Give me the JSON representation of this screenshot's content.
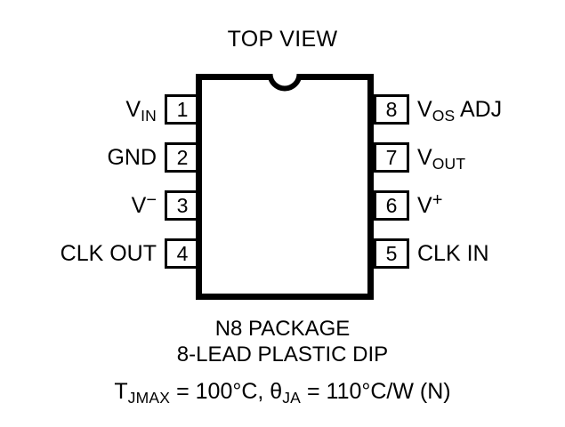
{
  "diagram": {
    "title": "TOP VIEW",
    "colors": {
      "outline": "#000000",
      "background": "#ffffff"
    },
    "package_body": {
      "notch_icon": "package-notch-semicircle"
    },
    "pins_left": [
      {
        "number": "1",
        "label_html": "V<sub>IN</sub>",
        "label_text": "VIN"
      },
      {
        "number": "2",
        "label_html": "GND",
        "label_text": "GND"
      },
      {
        "number": "3",
        "label_html": "V<sup>−</sup>",
        "label_text": "V-"
      },
      {
        "number": "4",
        "label_html": "CLK OUT",
        "label_text": "CLK OUT"
      }
    ],
    "pins_right": [
      {
        "number": "8",
        "label_html": "V<sub>OS</sub> ADJ",
        "label_text": "VOS ADJ"
      },
      {
        "number": "7",
        "label_html": "V<sub>OUT</sub>",
        "label_text": "VOUT"
      },
      {
        "number": "6",
        "label_html": "V<sup>+</sup>",
        "label_text": "V+"
      },
      {
        "number": "5",
        "label_html": "CLK IN",
        "label_text": "CLK IN"
      }
    ],
    "captions": {
      "package_name": "N8 PACKAGE",
      "lead_type": "8-LEAD PLASTIC DIP",
      "thermal_html": "T<sub>JMAX</sub> = 100°C, θ<sub>JA</sub> = 110°C/W (N)",
      "thermal_text": "TJMAX = 100°C, θJA = 110°C/W (N)"
    }
  }
}
